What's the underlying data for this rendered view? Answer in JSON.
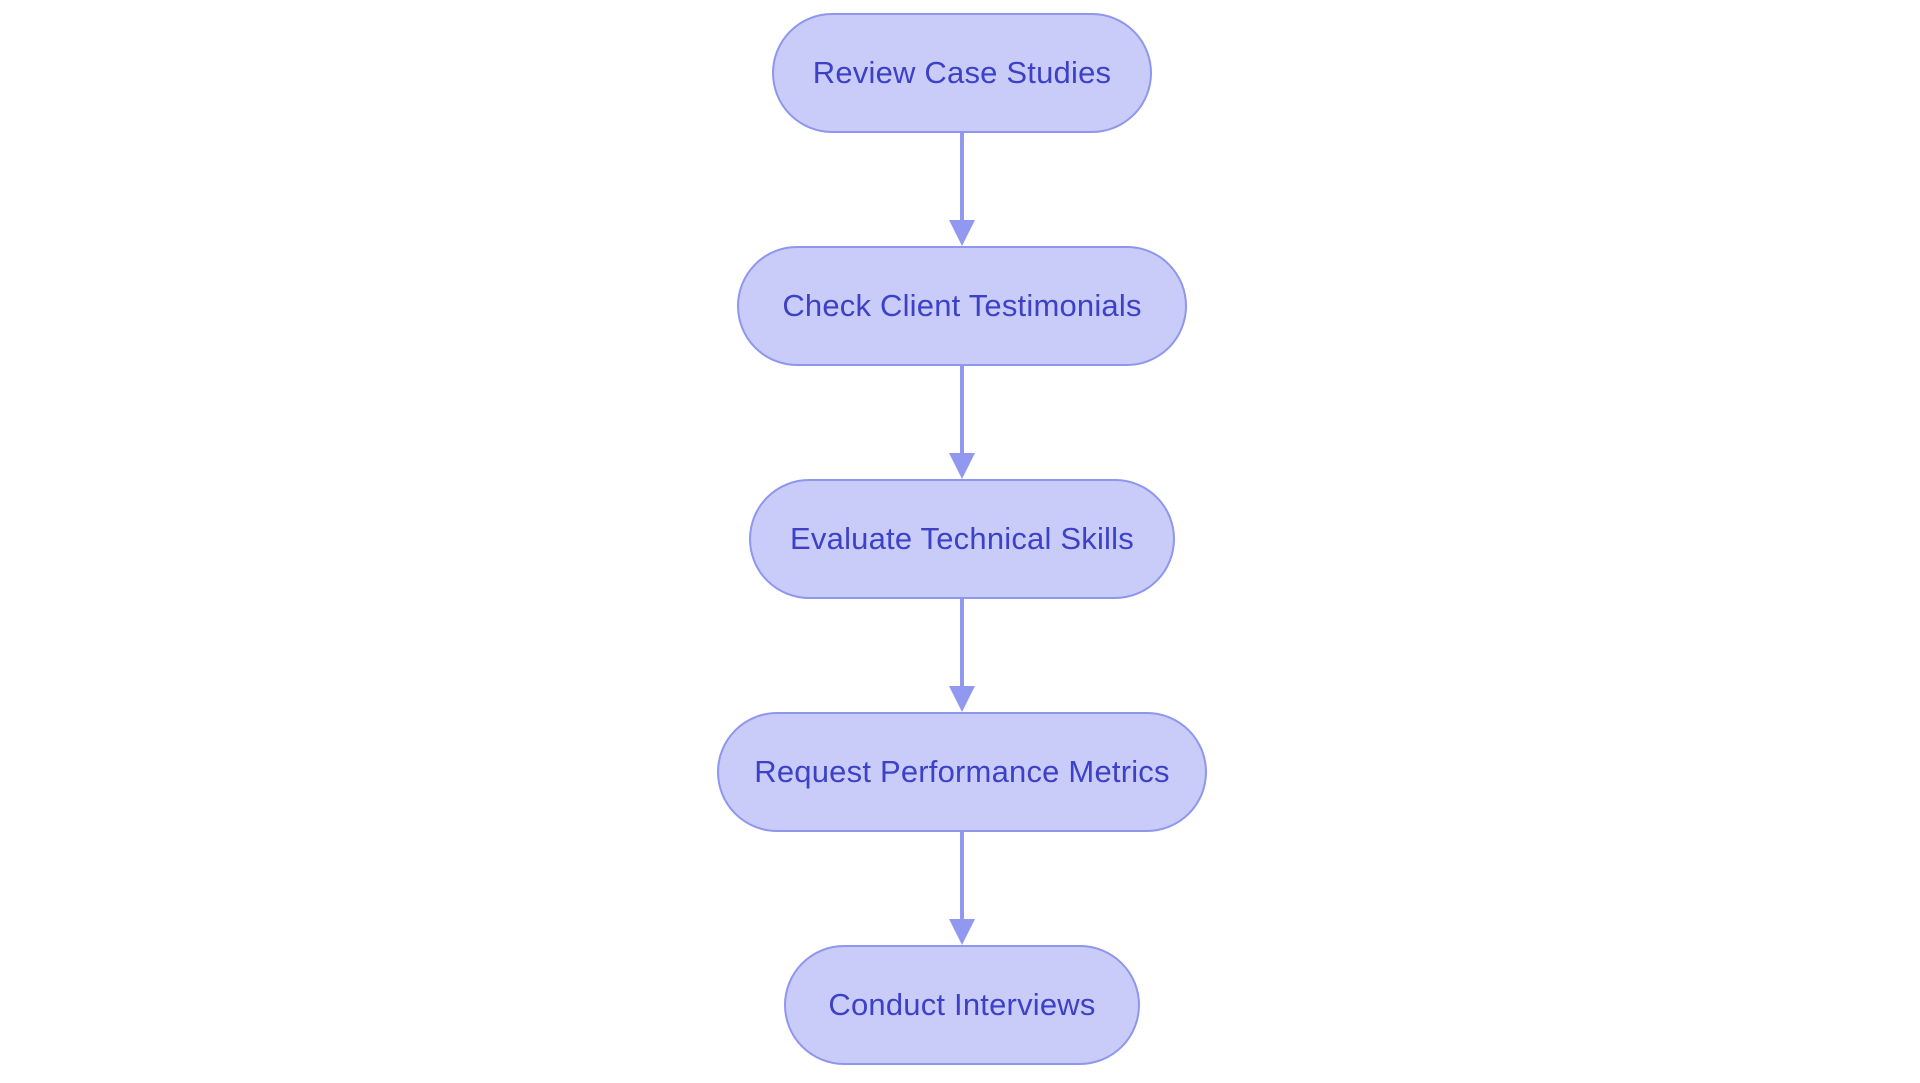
{
  "diagram": {
    "type": "flowchart",
    "direction": "top-down",
    "nodes": [
      {
        "id": "review-case-studies",
        "label": "Review Case Studies"
      },
      {
        "id": "check-client-testimonials",
        "label": "Check Client Testimonials"
      },
      {
        "id": "evaluate-technical-skills",
        "label": "Evaluate Technical Skills"
      },
      {
        "id": "request-performance-metrics",
        "label": "Request Performance Metrics"
      },
      {
        "id": "conduct-interviews",
        "label": "Conduct Interviews"
      }
    ],
    "edges": [
      {
        "from": "Review Case Studies",
        "to": "Check Client Testimonials",
        "style": "arrow-down"
      },
      {
        "from": "Check Client Testimonials",
        "to": "Evaluate Technical Skills",
        "style": "arrow-down"
      },
      {
        "from": "Evaluate Technical Skills",
        "to": "Request Performance Metrics",
        "style": "arrow-down"
      },
      {
        "from": "Request Performance Metrics",
        "to": "Conduct Interviews",
        "style": "arrow-down"
      }
    ],
    "colors": {
      "node_fill": "#c9cbf8",
      "node_border": "#8f96ee",
      "node_text": "#3d41c6",
      "arrow": "#9099ef",
      "background": "#ffffff"
    }
  }
}
